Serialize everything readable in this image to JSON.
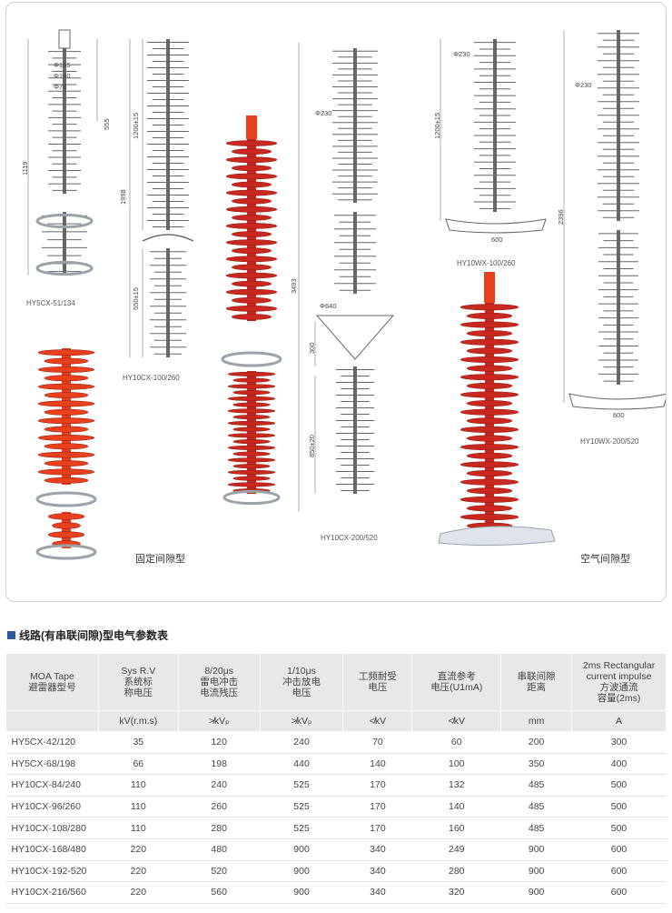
{
  "figure": {
    "product_labels": {
      "hy5cx": "HY5CX-51/134",
      "hy10cx_100": "HY10CX-100/260",
      "hy10cx_200": "HY10CX-200/520",
      "hy10wx_100": "HY10WX-100/260",
      "hy10wx_200": "HY10WX-200/520"
    },
    "category_labels": {
      "fixed_gap": "固定间隙型",
      "air_gap": "空气间隙型"
    },
    "dimensions": {
      "d165": "Φ165",
      "d140": "Φ140",
      "d78": "Φ78",
      "h555": "555",
      "h1119": "1119",
      "h1200": "1200±15",
      "h1998": "1998",
      "h550": "550±15",
      "d230_a": "Φ230",
      "h3493": "3493",
      "d640": "Φ640",
      "h300": "300",
      "h850": "850±20",
      "d230_b": "Φ230",
      "h1200_b": "1200±15",
      "w600_a": "600",
      "d230_c": "Φ230",
      "h2396": "2396",
      "w600_b": "600"
    },
    "colors": {
      "insulator_red": "#c8281e",
      "insulator_orange": "#e8401c",
      "drawing_line": "#666666"
    }
  },
  "section": {
    "title": "线路(有串联间隙)型电气参数表"
  },
  "table": {
    "headers": [
      [
        "MOA Tape",
        "避雷器型号"
      ],
      [
        "Sys R.V",
        "系统标",
        "称电压"
      ],
      [
        "8/20μs",
        "雷电冲击",
        "电流残压"
      ],
      [
        "1/10μs",
        "冲击放电",
        "电压"
      ],
      [
        "工频耐受",
        "电压"
      ],
      [
        "直流参考",
        "电压(U1mA)"
      ],
      [
        "串联间隙",
        "距离"
      ],
      [
        "2ms Rectangular",
        "current impulse",
        "方波通流",
        "容量(2ms)"
      ]
    ],
    "units": [
      "",
      "kV(r.m.s)",
      "≯kVₚ",
      "≯kVₚ",
      "≮kV",
      "≮kV",
      "mm",
      "A"
    ],
    "rows": [
      [
        "HY5CX-42/120",
        "35",
        "120",
        "240",
        "70",
        "60",
        "200",
        "300"
      ],
      [
        "HY5CX-68/198",
        "66",
        "198",
        "440",
        "140",
        "100",
        "350",
        "400"
      ],
      [
        "HY10CX-84/240",
        "110",
        "240",
        "525",
        "170",
        "132",
        "485",
        "500"
      ],
      [
        "HY10CX-96/260",
        "110",
        "260",
        "525",
        "170",
        "140",
        "485",
        "500"
      ],
      [
        "HY10CX-108/280",
        "110",
        "280",
        "525",
        "170",
        "160",
        "485",
        "500"
      ],
      [
        "HY10CX-168/480",
        "220",
        "480",
        "900",
        "340",
        "249",
        "900",
        "600"
      ],
      [
        "HY10CX-192-520",
        "220",
        "520",
        "900",
        "340",
        "280",
        "900",
        "600"
      ],
      [
        "HY10CX-216/560",
        "220",
        "560",
        "900",
        "340",
        "320",
        "900",
        "600"
      ]
    ]
  }
}
